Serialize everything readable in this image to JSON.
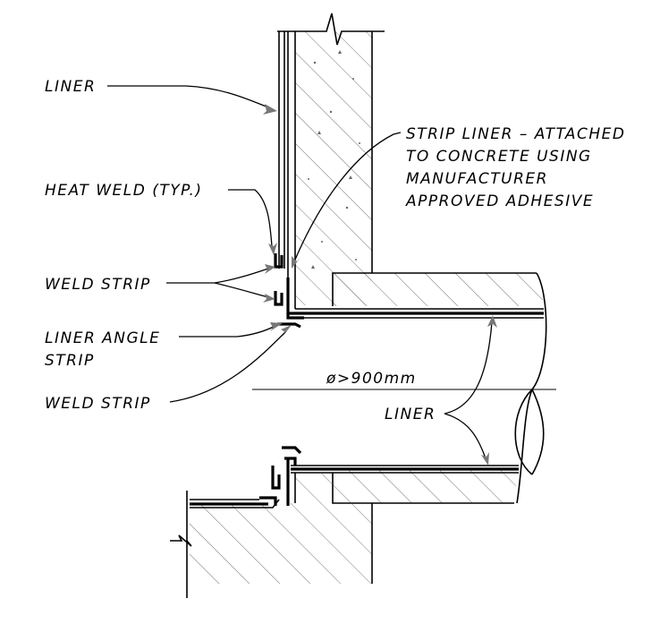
{
  "labels": {
    "liner_top": "LINER",
    "strip_liner": [
      "STRIP LINER – ATTACHED",
      "TO CONCRETE USING",
      "MANUFACTURER",
      "APPROVED ADHESIVE"
    ],
    "heat_weld": "HEAT WELD (TYP.)",
    "weld_strip_upper": "WELD STRIP",
    "liner_angle_strip": [
      "LINER ANGLE",
      "STRIP"
    ],
    "weld_strip_lower": "WELD STRIP",
    "pipe_diameter": "ø>900mm",
    "liner_pipe": "LINER"
  },
  "colors": {
    "line": "#000000",
    "arrowhead": "#777777",
    "background": "#ffffff"
  }
}
